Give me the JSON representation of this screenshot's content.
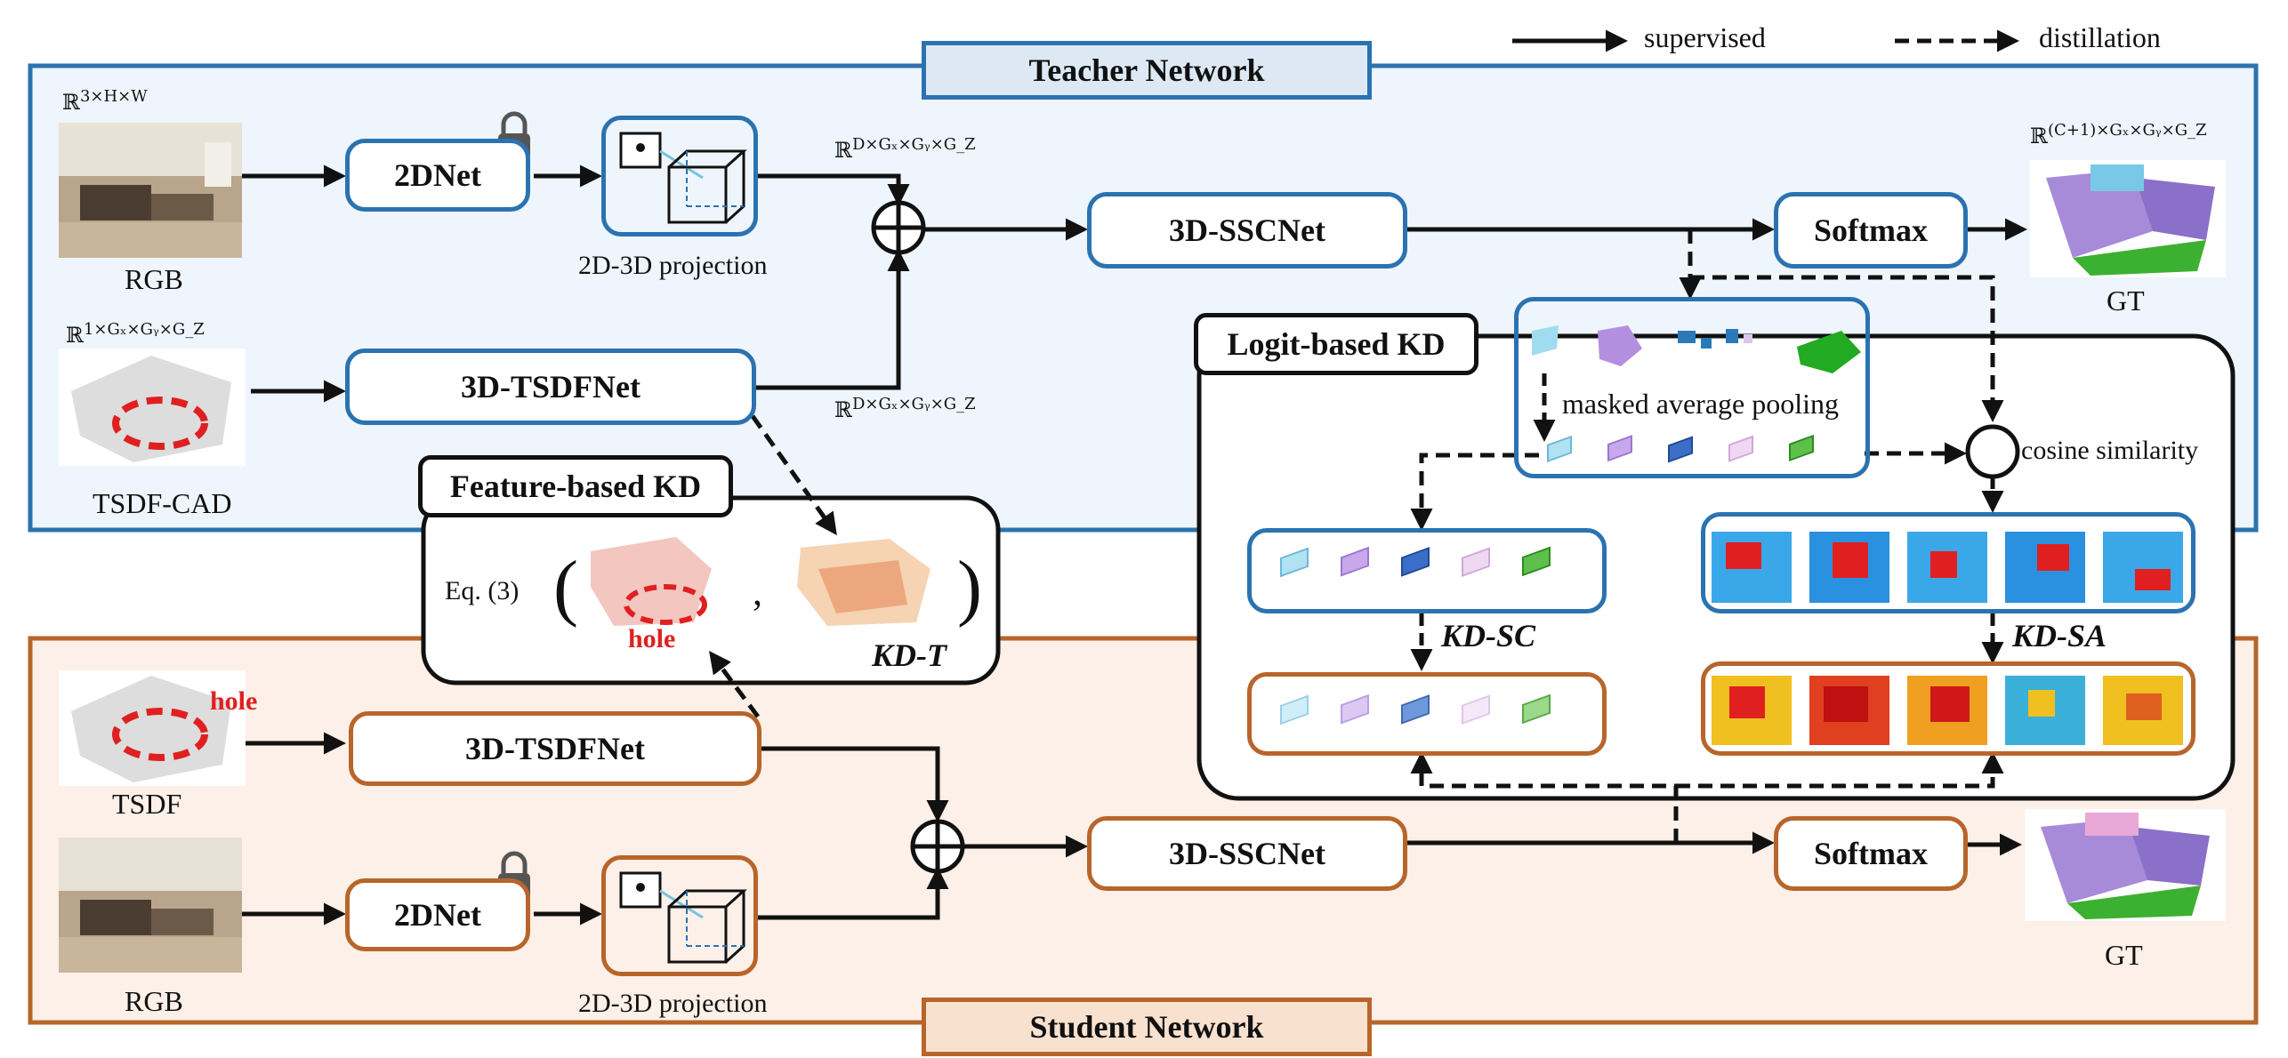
{
  "legend": {
    "supervised": "supervised",
    "distillation": "distillation"
  },
  "teacher": {
    "title": "Teacher Network",
    "input_rgb_shape": "ℝ",
    "input_rgb_sup": "3×H×W",
    "rgb_caption": "RGB",
    "tsdf_shape": "ℝ",
    "tsdf_sup": "1×Gₓ×Gᵧ×G_Z",
    "tsdf_caption": "TSDF-CAD",
    "net2d": "2DNet",
    "projection_caption": "2D-3D projection",
    "tsdfnet": "3D-TSDFNet",
    "sscnet": "3D-SSCNet",
    "softmax": "Softmax",
    "feat_shape_top": "ℝ",
    "feat_sup_top": "D×Gₓ×Gᵧ×G_Z",
    "feat_shape_bottom": "ℝ",
    "feat_sup_bottom": "D×Gₓ×Gᵧ×G_Z",
    "out_shape": "ℝ",
    "out_sup": "(C+1)×Gₓ×Gᵧ×G_Z",
    "gt_caption": "GT"
  },
  "student": {
    "title": "Student Network",
    "tsdf_caption": "TSDF",
    "hole_label": "hole",
    "rgb_caption": "RGB",
    "tsdfnet": "3D-TSDFNet",
    "net2d": "2DNet",
    "projection_caption": "2D-3D projection",
    "sscnet": "3D-SSCNet",
    "softmax": "Softmax",
    "gt_caption": "GT"
  },
  "feature_kd": {
    "title": "Feature-based KD",
    "eq": "Eq. (3)",
    "hole": "hole",
    "kd_t": "KD-T",
    "open_paren": "(",
    "comma": ",",
    "close_paren": ")"
  },
  "logit_kd": {
    "title": "Logit-based KD",
    "pooling": "masked average pooling",
    "cosine": "cosine similarity",
    "kd_sc": "KD-SC",
    "kd_sa": "KD-SA"
  },
  "colors": {
    "teacher_border": "#2b72b0",
    "teacher_fill": "#eef5fc",
    "teacher_title_fill": "#dce9f5",
    "student_border": "#b8652b",
    "student_fill": "#fcf0e8",
    "student_title_fill": "#f9e1d0",
    "hole_red": "#e02020"
  }
}
